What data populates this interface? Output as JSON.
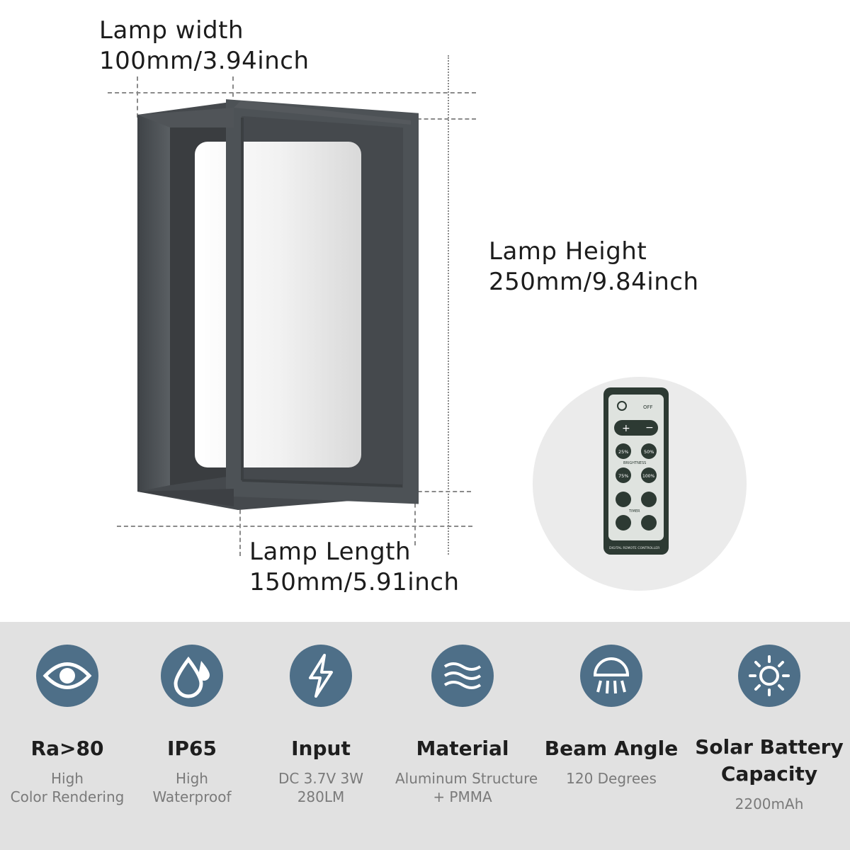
{
  "dimensions": {
    "width": {
      "title": "Lamp width",
      "value": "100mm/3.94inch"
    },
    "height": {
      "title": "Lamp Height",
      "value": "250mm/9.84inch"
    },
    "length": {
      "title": "Lamp Length",
      "value": "150mm/5.91inch"
    }
  },
  "features": [
    {
      "icon": "eye-icon",
      "title": "Ra>80",
      "desc": [
        "High",
        "Color Rendering"
      ]
    },
    {
      "icon": "water-drop-icon",
      "title": "IP65",
      "desc": [
        "High",
        "Waterproof"
      ]
    },
    {
      "icon": "lightning-bolt-icon",
      "title": "Input",
      "desc": [
        "DC 3.7V 3W",
        "280LM"
      ]
    },
    {
      "icon": "waves-icon",
      "title": "Material",
      "desc": [
        "Aluminum Structure",
        "+ PMMA"
      ]
    },
    {
      "icon": "beam-lamp-icon",
      "title": "Beam Angle",
      "desc": [
        "120 Degrees"
      ]
    },
    {
      "icon": "sun-icon",
      "title": [
        "Solar Battery",
        "Capacity"
      ],
      "desc": [
        "2200mAh"
      ]
    }
  ],
  "remote": {
    "off_label": "OFF",
    "row_labels": [
      "25%",
      "50%",
      "75%",
      "100%"
    ],
    "brightness_label": "BRIGHTNESS",
    "timer_label": "TIMER",
    "footer": "DIGITAL REMOTE CONTROLLER"
  },
  "colors": {
    "icon_circle": "#4e6f88",
    "band": "#e1e1e1",
    "lamp_frame": "#4d5256",
    "lamp_diffuser": "#f4f4f4"
  }
}
